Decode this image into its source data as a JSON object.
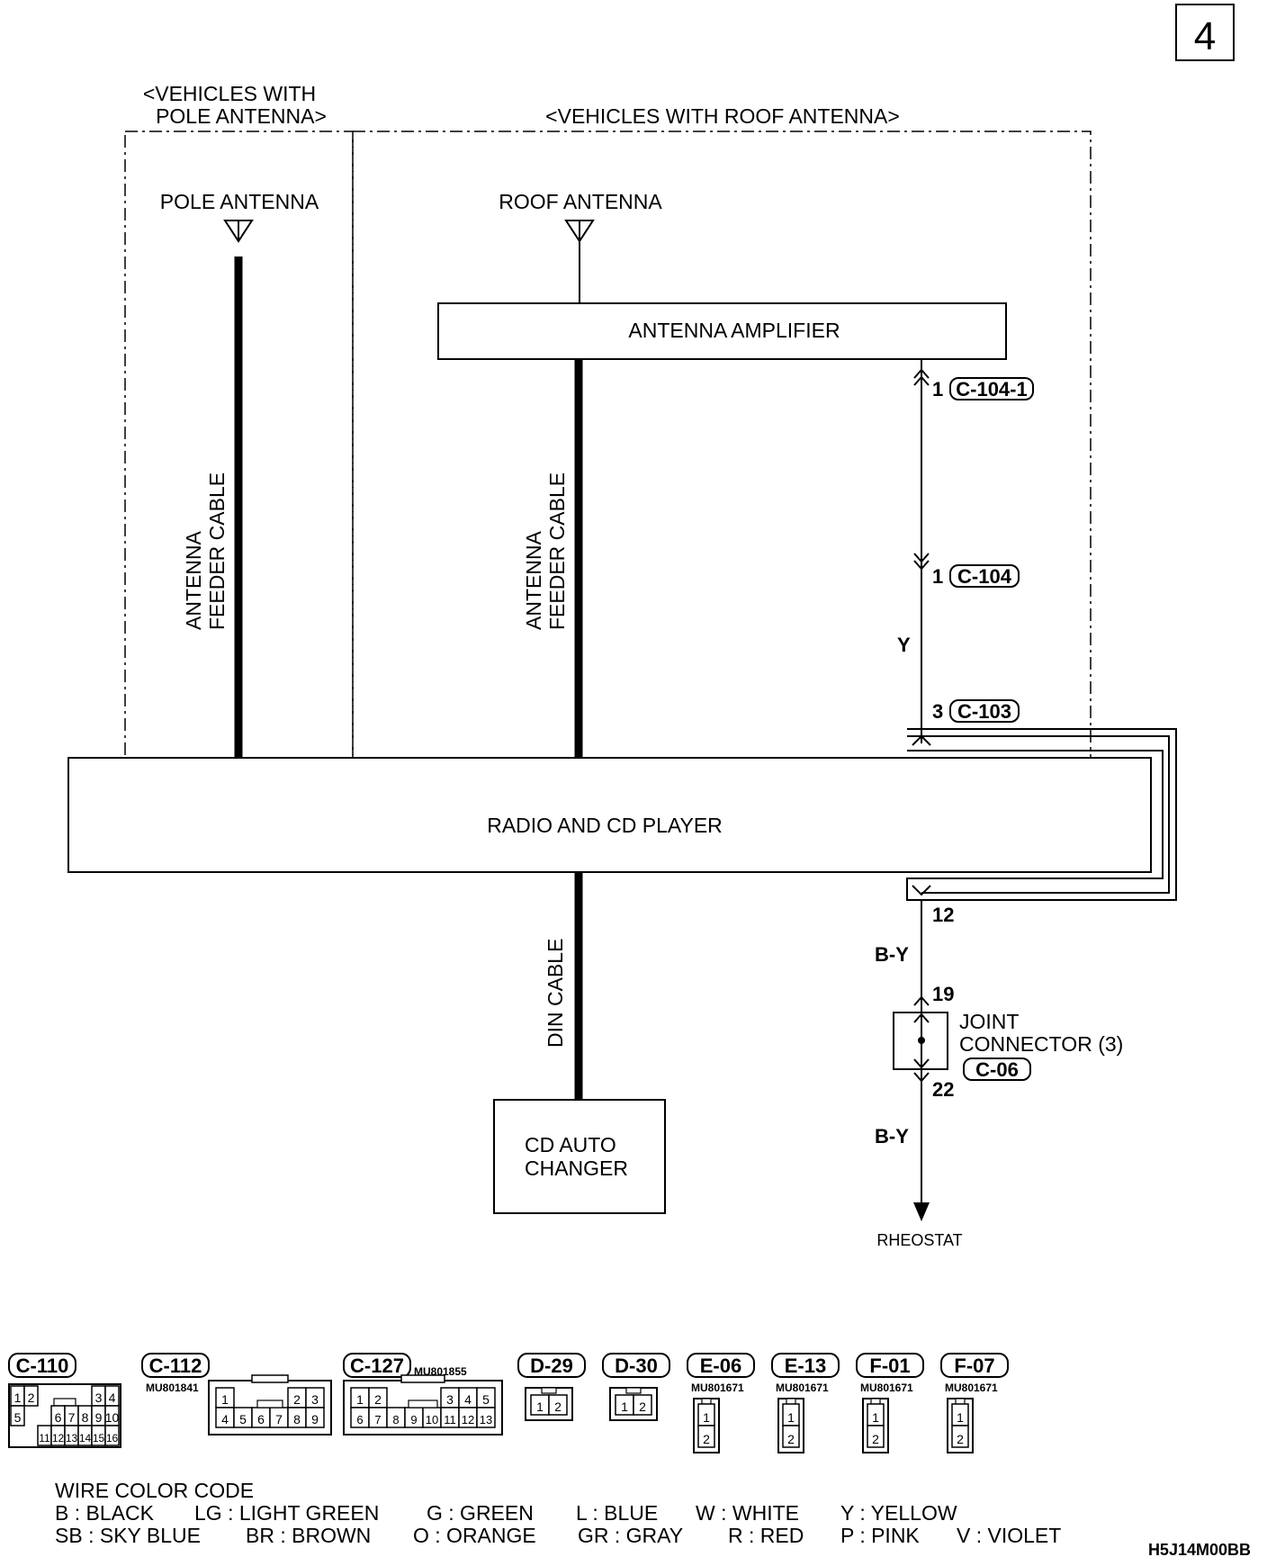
{
  "page_number": "4",
  "regions": {
    "pole_line1": "<VEHICLES WITH",
    "pole_line2": "POLE ANTENNA>",
    "roof": "<VEHICLES WITH ROOF ANTENNA>"
  },
  "components": {
    "pole_antenna": "POLE ANTENNA",
    "roof_antenna": "ROOF ANTENNA",
    "antenna_amplifier": "ANTENNA AMPLIFIER",
    "radio": "RADIO AND CD PLAYER",
    "cd_changer_line1": "CD AUTO",
    "cd_changer_line2": "CHANGER",
    "joint_connector_line1": "JOINT",
    "joint_connector_line2": "CONNECTOR (3)",
    "joint_connector_id": "C-06",
    "rheostat": "RHEOSTAT"
  },
  "cables": {
    "feeder_line1": "ANTENNA",
    "feeder_line2": "FEEDER CABLE",
    "din": "DIN CABLE"
  },
  "connectors": [
    {
      "pin": "1",
      "id": "C-104-1"
    },
    {
      "pin": "1",
      "id": "C-104"
    },
    {
      "pin": "3",
      "id": "C-103"
    }
  ],
  "pins": {
    "radio_pin": "12",
    "joint_in": "19",
    "joint_out": "22"
  },
  "wire_colors_used": {
    "upper": "Y",
    "lower1": "B-Y",
    "lower2": "B-Y"
  },
  "connector_legend": [
    {
      "id": "C-110",
      "part": "",
      "cells": [
        "1",
        "2",
        "3",
        "4",
        "5",
        "6",
        "7",
        "8",
        "9",
        "10",
        "11",
        "12",
        "13",
        "14",
        "15",
        "16"
      ]
    },
    {
      "id": "C-112",
      "part": "MU801841",
      "cells": [
        "1",
        "2",
        "3",
        "4",
        "5",
        "6",
        "7",
        "8",
        "9"
      ]
    },
    {
      "id": "C-127",
      "part": "MU801855",
      "cells": [
        "1",
        "2",
        "3",
        "4",
        "5",
        "6",
        "7",
        "8",
        "9",
        "10",
        "11",
        "12",
        "13"
      ]
    },
    {
      "id": "D-29",
      "part": "",
      "cells": [
        "1",
        "2"
      ]
    },
    {
      "id": "D-30",
      "part": "",
      "cells": [
        "1",
        "2"
      ]
    },
    {
      "id": "E-06",
      "part": "MU801671",
      "cells": [
        "1",
        "2"
      ]
    },
    {
      "id": "E-13",
      "part": "MU801671",
      "cells": [
        "1",
        "2"
      ]
    },
    {
      "id": "F-01",
      "part": "MU801671",
      "cells": [
        "1",
        "2"
      ]
    },
    {
      "id": "F-07",
      "part": "MU801671",
      "cells": [
        "1",
        "2"
      ]
    }
  ],
  "wire_color_code": {
    "title": "WIRE COLOR CODE",
    "row1": [
      "B : BLACK",
      "LG : LIGHT GREEN",
      "G : GREEN",
      "L : BLUE",
      "W : WHITE",
      "Y : YELLOW"
    ],
    "row2": [
      "SB : SKY BLUE",
      "BR : BROWN",
      "O : ORANGE",
      "GR : GRAY",
      "R : RED",
      "P : PINK",
      "V : VIOLET"
    ]
  },
  "figure_code": "H5J14M00BB"
}
